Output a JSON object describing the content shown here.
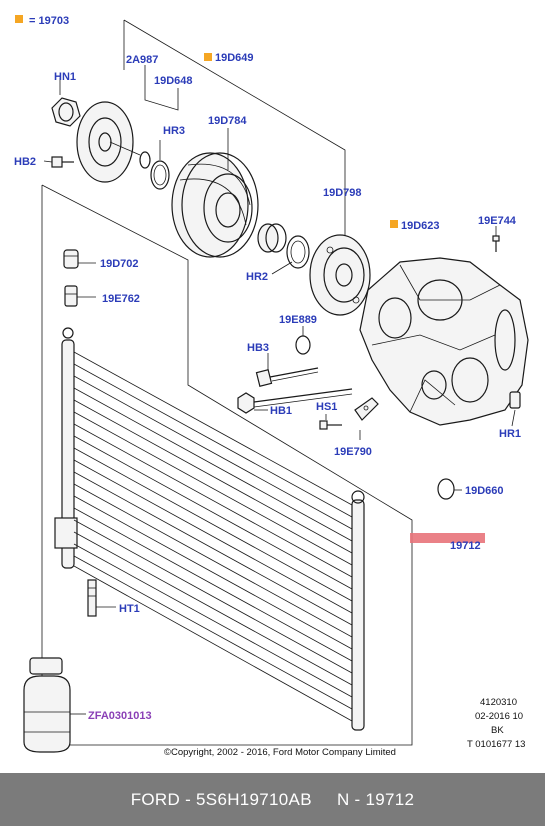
{
  "legend": {
    "marker_color": "#f5a623",
    "text": "= 19703"
  },
  "labels": {
    "hn1": "HN1",
    "a2987": "2A987",
    "d648": "19D648",
    "d649": "19D649",
    "hr3": "HR3",
    "d784": "19D784",
    "hb2": "HB2",
    "d798": "19D798",
    "d623": "19D623",
    "e744": "19E744",
    "d702": "19D702",
    "e762": "19E762",
    "hr2": "HR2",
    "e889": "19E889",
    "hb3": "HB3",
    "hb1": "HB1",
    "hs1": "HS1",
    "e790": "19E790",
    "hr1": "HR1",
    "d660": "19D660",
    "n19712": "19712",
    "ht1": "HT1",
    "zfa": "ZFA0301013"
  },
  "colors": {
    "label": "#2b3cb8",
    "purple": "#8a3fb6",
    "highlight": "#e8737a",
    "footer_bg": "#7b7b7b"
  },
  "copyright": "©Copyright, 2002 - 2016, Ford Motor Company Limited",
  "meta": {
    "line1": "4120310",
    "line2": "02-2016 10",
    "line3": "BK",
    "line4": "T 0101677 13"
  },
  "footer": "FORD - 5S6H19710AB     N - 19712"
}
